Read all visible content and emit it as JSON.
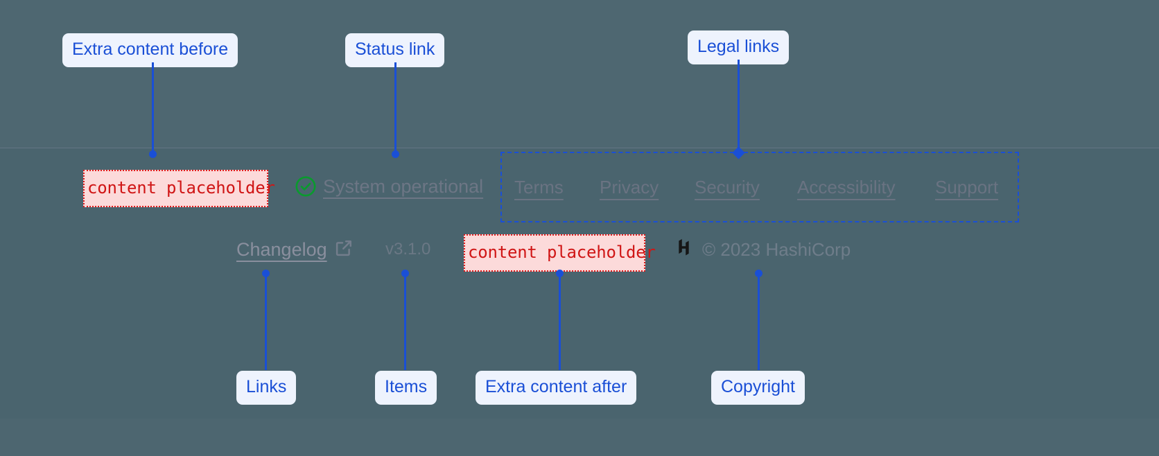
{
  "annotations": {
    "callouts": [
      {
        "key": "extra_before",
        "label": "Extra content before"
      },
      {
        "key": "status_link",
        "label": "Status link"
      },
      {
        "key": "legal_links",
        "label": "Legal links"
      },
      {
        "key": "links",
        "label": "Links"
      },
      {
        "key": "items",
        "label": "Items"
      },
      {
        "key": "extra_after",
        "label": "Extra content after"
      },
      {
        "key": "copyright",
        "label": "Copyright"
      }
    ],
    "accent_color": "#1a4fd6",
    "chip_background": "#eef3fd",
    "highlight_border_color": "#1a4fd6",
    "placeholder_border_color": "#e01b1b",
    "placeholder_background": "#fcdada",
    "placeholder_text_color": "#d01515"
  },
  "footer": {
    "background": "#4d6670",
    "placeholder_before": "content placeholder",
    "placeholder_after": "content placeholder",
    "status": {
      "icon": "check-circle-icon",
      "icon_color": "#0a9a2e",
      "label": "System operational"
    },
    "legal_links": [
      {
        "label": "Terms"
      },
      {
        "label": "Privacy"
      },
      {
        "label": "Security"
      },
      {
        "label": "Accessibility"
      },
      {
        "label": "Support"
      }
    ],
    "changelog": {
      "label": "Changelog",
      "icon": "external-link-icon"
    },
    "version": "v3.1.0",
    "brand": {
      "icon": "hashicorp-logo-icon",
      "icon_color": "#161616",
      "copyright": "© 2023 HashiCorp"
    }
  }
}
